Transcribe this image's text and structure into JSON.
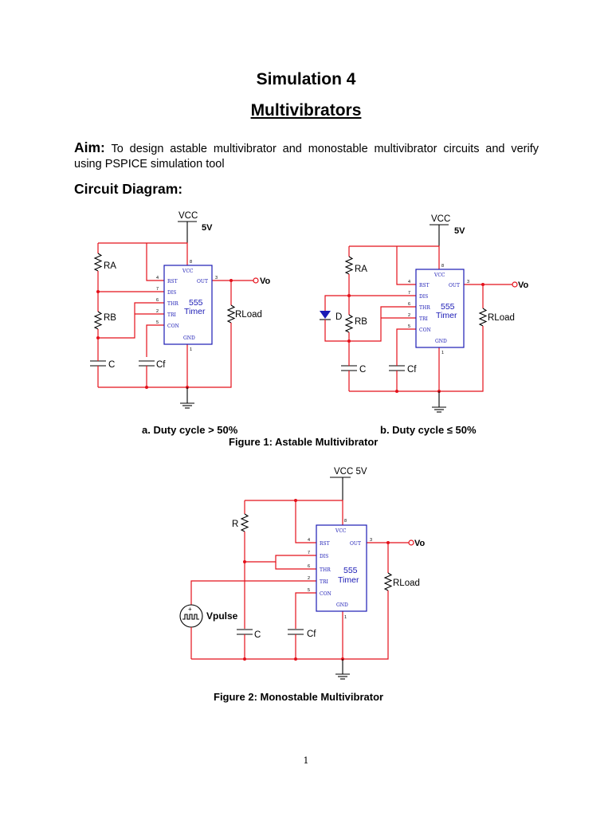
{
  "doc": {
    "title": "Simulation 4",
    "subtitle": "Multivibrators",
    "aim_label": "Aim:",
    "aim_text": " To design astable multivibrator and monostable multivibrator circuits and verify using PSPICE simulation tool",
    "section_heading": "Circuit Diagram:",
    "page_number": "1"
  },
  "figure1": {
    "caption": "Figure 1: Astable Multivibrator",
    "sub_a": "a.   Duty cycle > 50%",
    "sub_b": "b.   Duty cycle ≤ 50%"
  },
  "figure2": {
    "caption": "Figure 2: Monostable Multivibrator"
  },
  "timer_chip": {
    "name_line1": "555",
    "name_line2": "Timer",
    "pin_vcc": "VCC",
    "pin_gnd": "GND",
    "pin_out": "OUT",
    "pins_left": [
      "RST",
      "DIS",
      "THR",
      "TRI",
      "CON"
    ],
    "pin_numbers_left": [
      "4",
      "7",
      "6",
      "2",
      "5"
    ],
    "pin_number_vcc": "8",
    "pin_number_out": "3",
    "pin_number_gnd": "1"
  },
  "labels": {
    "vcc": "VCC",
    "supply": "5V",
    "supply_combined": "VCC 5V",
    "vo": "Vo",
    "ra": "RA",
    "rb": "RB",
    "r": "R",
    "c": "C",
    "cf": "Cf",
    "d": "D",
    "rload": "RLoad",
    "vpulse": "Vpulse"
  },
  "colors": {
    "wire": "#e4101a",
    "chip_outline": "#1a1ab5",
    "component": "#000000"
  }
}
